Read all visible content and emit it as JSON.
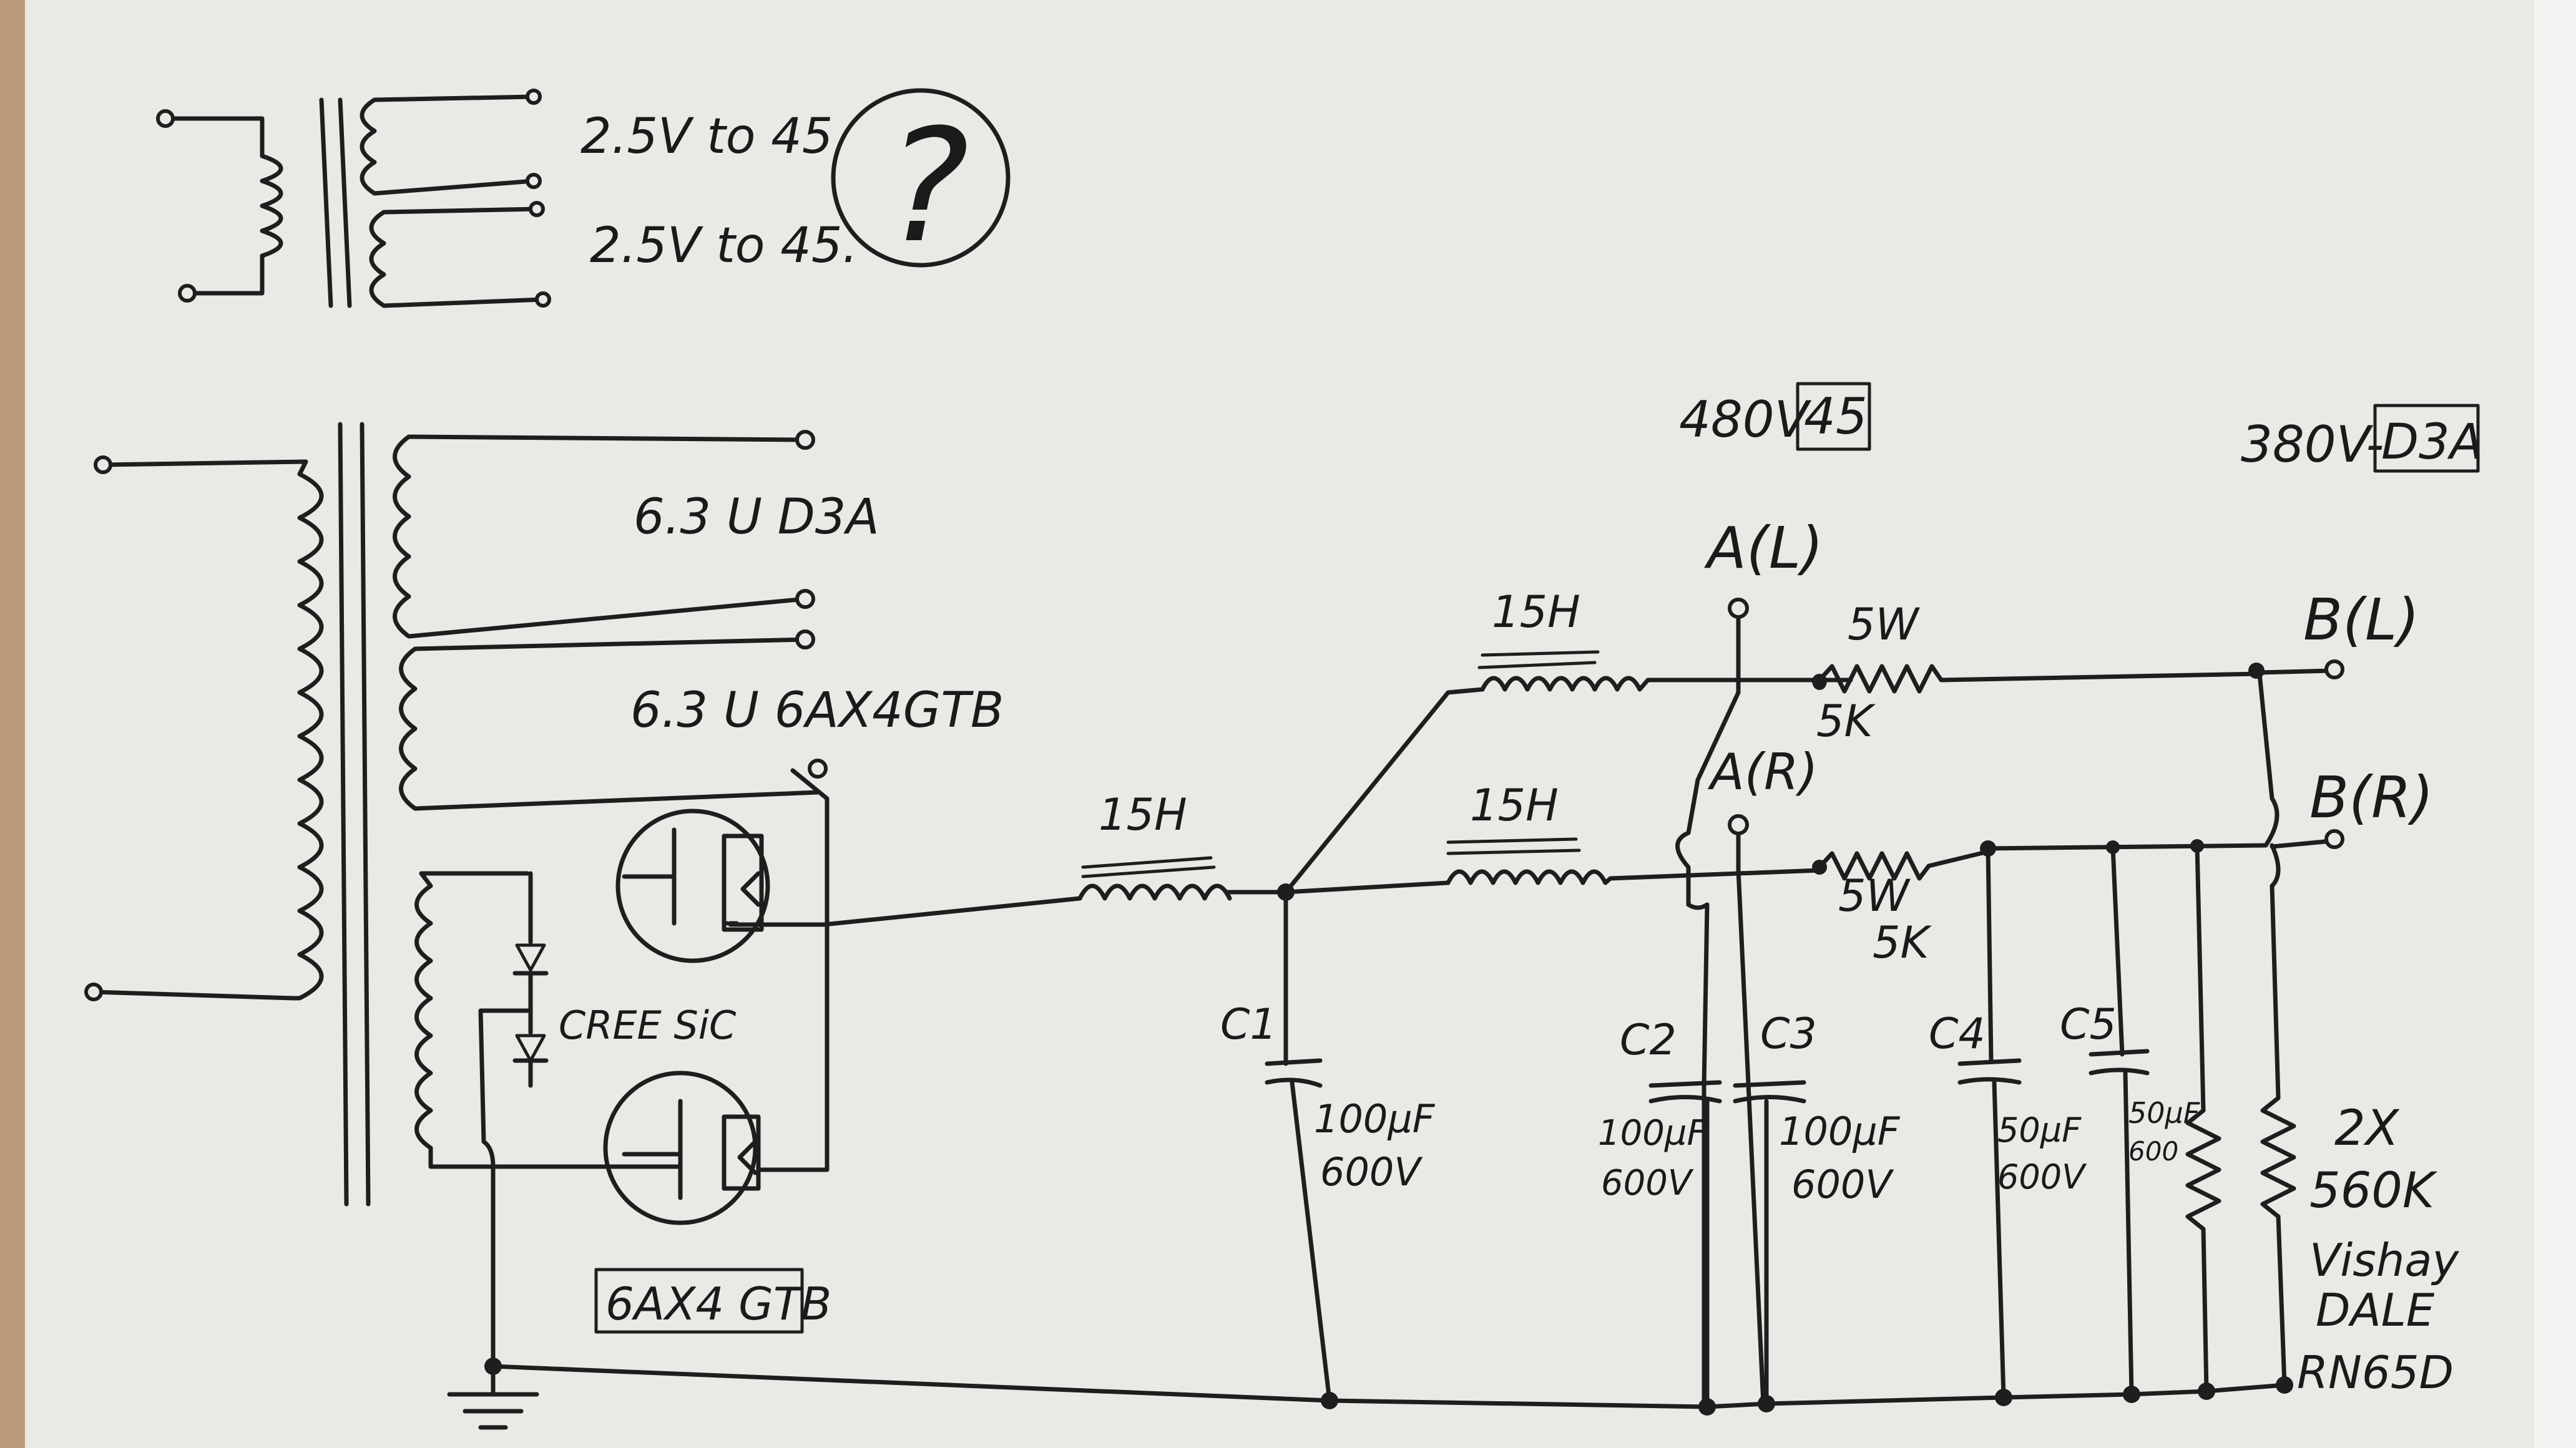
{
  "colors": {
    "paper": "#e9eae6",
    "ink": "#1e1e1e",
    "backdrop": "#b89a78"
  },
  "labels": {
    "heater1": "2.5V to 45",
    "heater2": "2.5V to 45.",
    "question": "?",
    "sec1": "6.3 U D3A",
    "sec2": "6.3 U 6AX4GTB",
    "diodes": "CREE SiC",
    "tube_box": "6AX4 GTB",
    "choke1": "15H",
    "choke_top": "15H",
    "choke_bot": "15H",
    "v_45_prefix": "480V-",
    "v_45_box": "45",
    "v_d3a_prefix": "380V-",
    "v_d3a_box": "D3A",
    "node_al": "A(L)",
    "node_ar": "A(R)",
    "node_bl": "B(L)",
    "node_br": "B(R)",
    "r_top_w": "5W",
    "r_top_k": "5K",
    "r_bot_w": "5W",
    "r_bot_k": "5K",
    "c1": "C1",
    "c1_val1": "100µF",
    "c1_val2": "600V",
    "c2": "C2",
    "c2_val1": "100µF",
    "c2_val2": "600V",
    "c3": "C3",
    "c3_val1": "100µF",
    "c3_val2": "600V",
    "c4": "C4",
    "c4_val1": "50µF",
    "c4_val2": "600V",
    "c5": "C5",
    "c5_val1": "50µF",
    "c5_val2": "600",
    "bleeder1": "2X",
    "bleeder2": "560K",
    "bleeder3": "Vishay",
    "bleeder4": "DALE",
    "bleeder5": "RN65D"
  }
}
